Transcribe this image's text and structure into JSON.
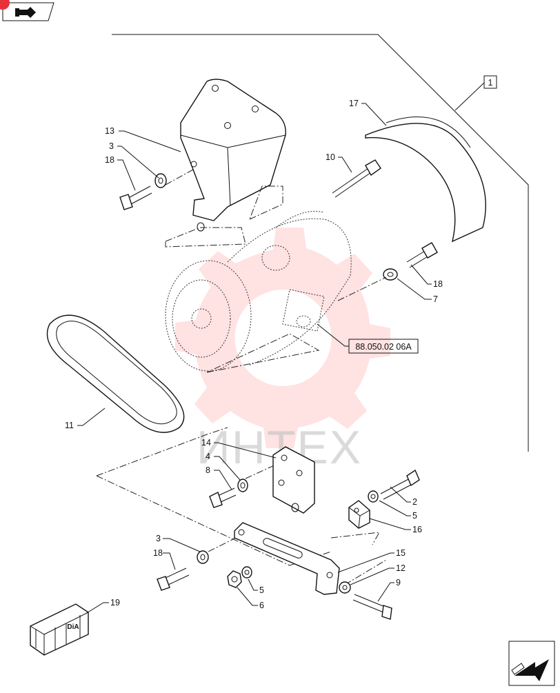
{
  "watermark_text": "ИНТЕХ",
  "reference_box_label": "1",
  "cross_reference_label": "88.050.02 06A",
  "kit_label": "DiA",
  "callouts": [
    "1",
    "2",
    "3",
    "4",
    "5",
    "6",
    "7",
    "8",
    "9",
    "10",
    "11",
    "12",
    "13",
    "14",
    "15",
    "16",
    "17",
    "18",
    "19"
  ],
  "labels": {
    "n13": "13",
    "n3a": "3",
    "n18a": "18",
    "n10": "10",
    "n17": "17",
    "n18b": "18",
    "n7": "7",
    "n11": "11",
    "n14": "14",
    "n4": "4",
    "n8": "8",
    "n2": "2",
    "n5a": "5",
    "n16": "16",
    "n3b": "3",
    "n18c": "18",
    "n15": "15",
    "n12": "12",
    "n9": "9",
    "n5b": "5",
    "n6": "6",
    "n19": "19"
  },
  "colors": {
    "line": "#111111",
    "watermark": "#ff8a8a",
    "corner_badge": "#e8303a"
  },
  "icons": [
    "previous-page-icon",
    "next-page-icon"
  ]
}
